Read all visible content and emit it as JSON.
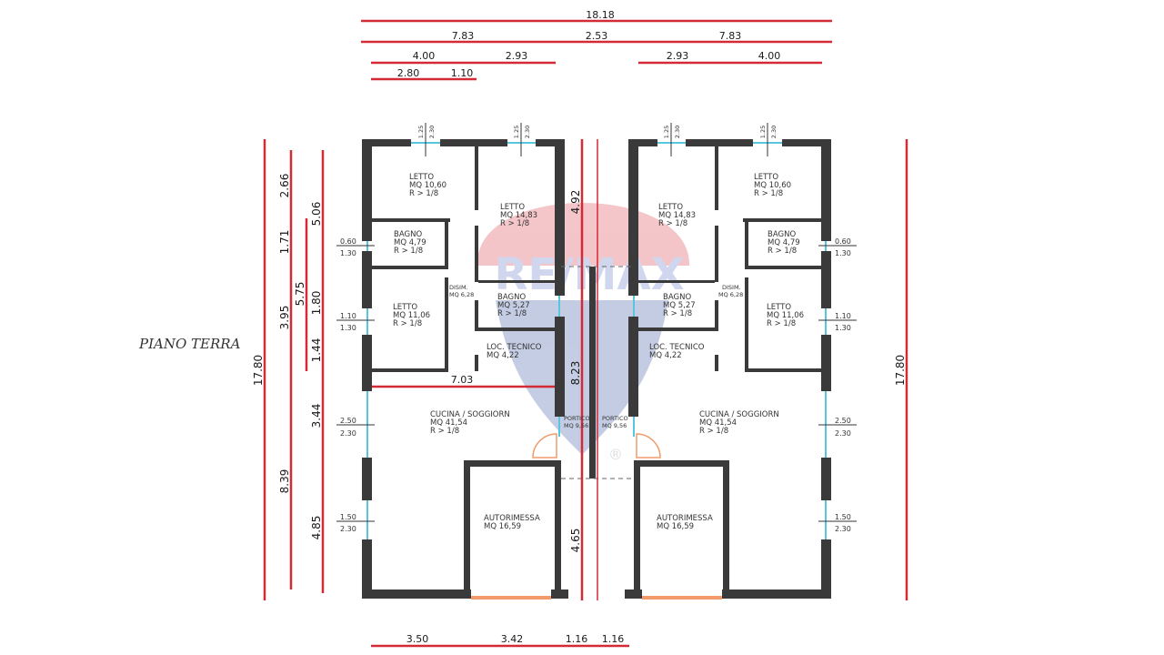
{
  "title": "PIANO TERRA",
  "watermark": {
    "text": "RE/MAX",
    "registered": "®"
  },
  "colors": {
    "wall": "#3a3a3a",
    "dim_line": "#d42a35",
    "window": "#59c6e0",
    "door": "#f29a6a"
  },
  "top_dims": {
    "total": "18.18",
    "row2": [
      "7.83",
      "2.53",
      "7.83"
    ],
    "row3": [
      "4.00",
      "2.93",
      "2.93",
      "4.00"
    ],
    "row4": [
      "2.80",
      "1.10"
    ]
  },
  "bottom_dims": [
    "3.50",
    "3.42",
    "1.16",
    "1.16"
  ],
  "left_dims": {
    "total": "17.80",
    "col2": [
      "2.66",
      "1.71",
      "3.95",
      "8.39"
    ],
    "col3": [
      "5.06",
      "5.75",
      "1.80",
      "1.44",
      "3.44",
      "4.85"
    ]
  },
  "right_dims": {
    "total": "17.80"
  },
  "center_dims": [
    "4.92",
    "8.23",
    "4.65"
  ],
  "inner_dim": "7.03",
  "windows_top": [
    "1.25",
    "2.30"
  ],
  "windows_side": {
    "w1": [
      "0.60",
      "1.30"
    ],
    "w2": [
      "1.10",
      "1.30"
    ],
    "w3": [
      "2.50",
      "2.30"
    ],
    "w4": [
      "1.50",
      "2.30"
    ]
  },
  "rooms": {
    "letto_a": [
      "LETTO",
      "MQ 10,60",
      "R > 1/8"
    ],
    "letto_b": [
      "LETTO",
      "MQ 14,83",
      "R > 1/8"
    ],
    "bagno_a": [
      "BAGNO",
      "MQ 4,79",
      "R > 1/8"
    ],
    "letto_c": [
      "LETTO",
      "MQ 11,06",
      "R > 1/8"
    ],
    "disim": [
      "DISIM.",
      "MQ 6,28"
    ],
    "bagno_b": [
      "BAGNO",
      "MQ 5,27",
      "R > 1/8"
    ],
    "loc": [
      "LOC. TECNICO",
      "MQ 4,22"
    ],
    "cucina": [
      "CUCINA / SOGGIORN",
      "MQ 41,54",
      "R > 1/8"
    ],
    "portico": [
      "PORTICO",
      "MQ 9,56"
    ],
    "autorimessa": [
      "AUTORIMESSA",
      "MQ 16,59"
    ]
  }
}
